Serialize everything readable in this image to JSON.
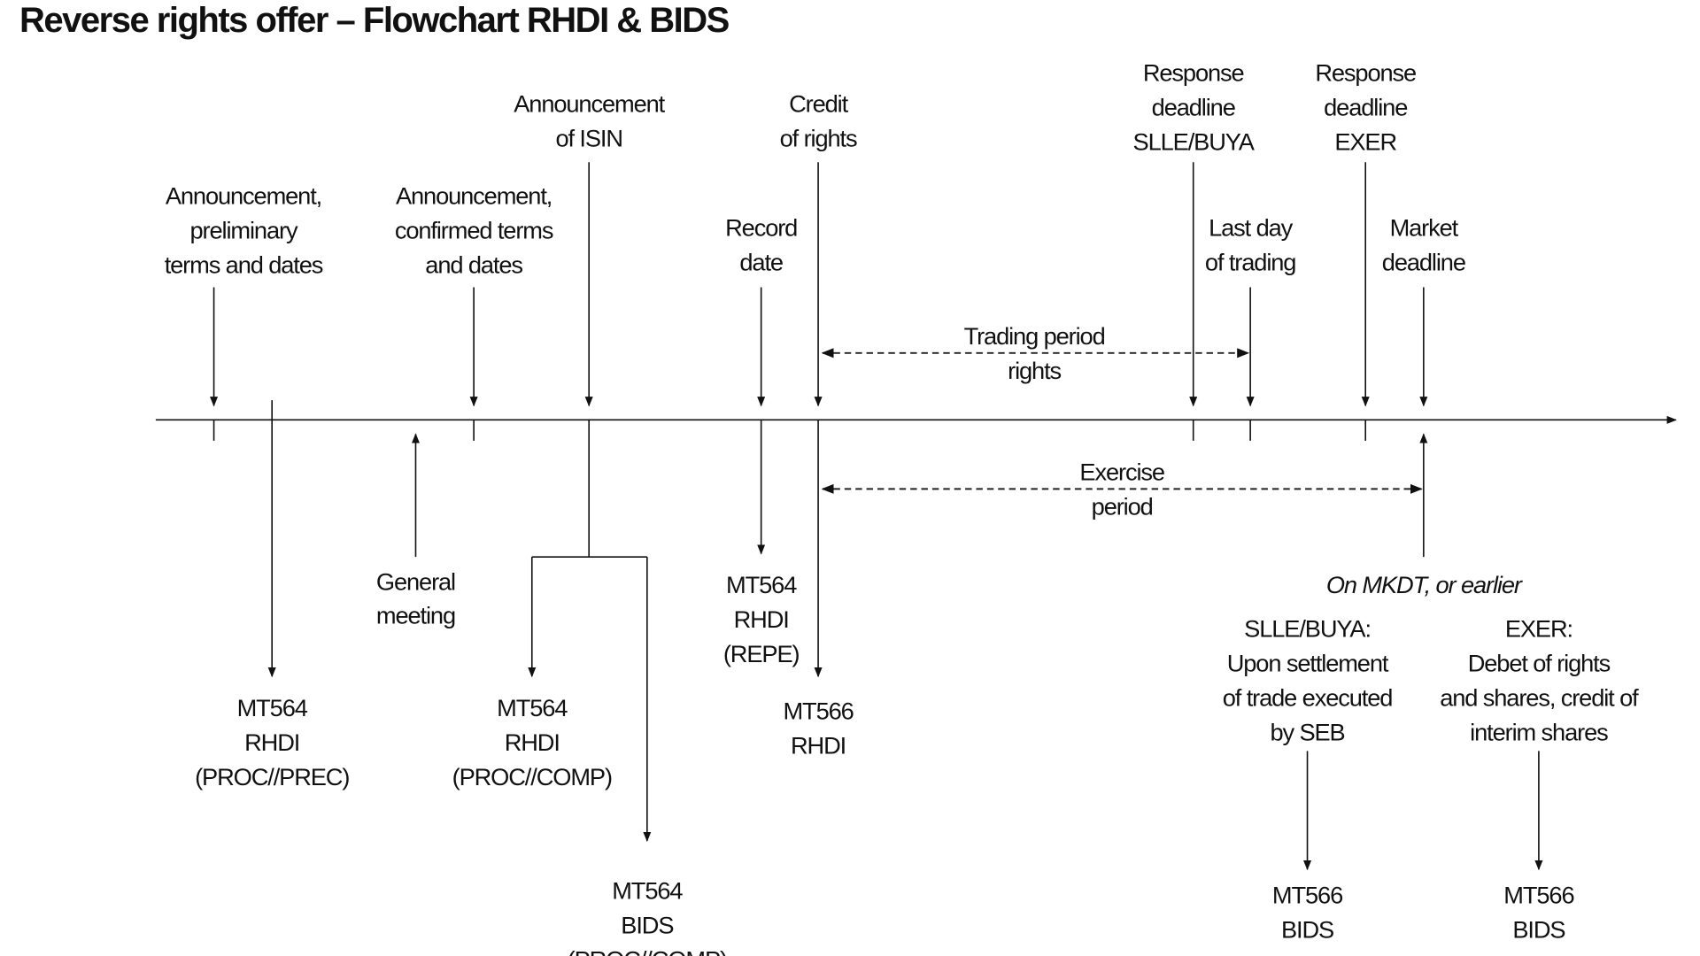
{
  "title": "Reverse rights offer – Flowchart RHDI & BIDS",
  "events_above": [
    {
      "id": "announcement-preliminary",
      "lines": [
        "Announcement,",
        "preliminary",
        "terms and dates"
      ]
    },
    {
      "id": "announcement-confirmed",
      "lines": [
        "Announcement,",
        "confirmed terms",
        "and dates"
      ]
    },
    {
      "id": "announcement-isin",
      "lines": [
        "Announcement",
        "of ISIN"
      ]
    },
    {
      "id": "record-date",
      "lines": [
        "Record",
        "date"
      ]
    },
    {
      "id": "credit-of-rights",
      "lines": [
        "Credit",
        "of rights"
      ]
    },
    {
      "id": "response-deadline-slle-buya",
      "lines": [
        "Response",
        "deadline",
        "SLLE/BUYA"
      ]
    },
    {
      "id": "last-day-of-trading",
      "lines": [
        "Last day",
        "of trading"
      ]
    },
    {
      "id": "response-deadline-exer",
      "lines": [
        "Response",
        "deadline",
        "EXER"
      ]
    },
    {
      "id": "market-deadline",
      "lines": [
        "Market",
        "deadline"
      ]
    }
  ],
  "periods": [
    {
      "id": "trading-period-rights",
      "lines": [
        "Trading period",
        "rights"
      ]
    },
    {
      "id": "exercise-period",
      "lines": [
        "Exercise",
        "period"
      ]
    }
  ],
  "events_below": [
    {
      "id": "general-meeting",
      "lines": [
        "General",
        "meeting"
      ]
    }
  ],
  "messages": [
    {
      "id": "mt564-rhdi-prec",
      "lines": [
        "MT564",
        "RHDI",
        "(PROC//PREC)"
      ]
    },
    {
      "id": "mt564-rhdi-comp",
      "lines": [
        "MT564",
        "RHDI",
        "(PROC//COMP)"
      ]
    },
    {
      "id": "mt564-bids-comp",
      "lines": [
        "MT564",
        "BIDS",
        "(PROC//COMP)"
      ]
    },
    {
      "id": "mt564-rhdi-repe",
      "lines": [
        "MT564",
        "RHDI",
        "(REPE)"
      ]
    },
    {
      "id": "mt566-rhdi",
      "lines": [
        "MT566",
        "RHDI"
      ]
    },
    {
      "id": "mt566-bids-slle",
      "lines": [
        "MT566",
        "BIDS"
      ]
    },
    {
      "id": "mt566-bids-exer",
      "lines": [
        "MT566",
        "BIDS"
      ]
    }
  ],
  "notes": {
    "mkdt": "On MKDT, or earlier",
    "slle_buya": [
      "SLLE/BUYA:",
      "Upon settlement",
      "of trade executed",
      "by SEB"
    ],
    "exer": [
      "EXER:",
      "Debet of rights",
      "and shares, credit of",
      "interim shares"
    ]
  }
}
